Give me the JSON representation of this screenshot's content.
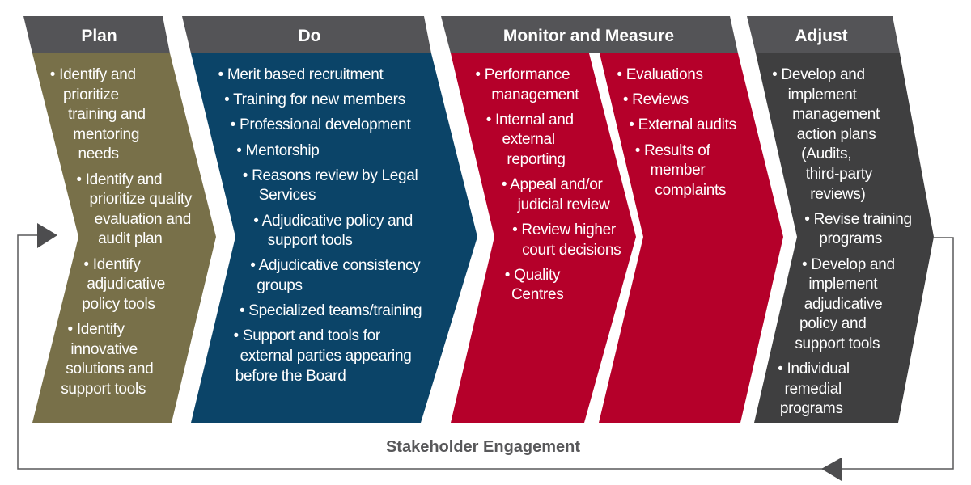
{
  "colors": {
    "header": "#545457",
    "plan": "#787049",
    "do": "#0b4468",
    "monitor": "#b5002a",
    "adjust": "#3f3f40",
    "loop": "#58585a"
  },
  "columns": [
    {
      "id": "plan",
      "title": "Plan",
      "items": [
        [
          "Identify and",
          "prioritize",
          "training and",
          "mentoring",
          "needs"
        ],
        [
          "Identify and",
          "prioritize quality",
          "evaluation and",
          "audit plan"
        ],
        [
          "Identify",
          "adjudicative",
          "policy tools"
        ],
        [
          "Identify",
          "innovative",
          "solutions and",
          "support tools"
        ]
      ]
    },
    {
      "id": "do",
      "title": "Do",
      "items": [
        [
          "Merit based recruitment"
        ],
        [
          "Training for new members"
        ],
        [
          "Professional development"
        ],
        [
          "Mentorship"
        ],
        [
          "Reasons review by Legal",
          "Services"
        ],
        [
          "Adjudicative policy and",
          "support tools"
        ],
        [
          "Adjudicative consistency",
          "groups"
        ],
        [
          "Specialized teams/training"
        ],
        [
          "Support and tools for",
          "external parties appearing",
          "before the Board"
        ]
      ]
    },
    {
      "id": "monitor",
      "title": "Monitor and Measure",
      "panels": [
        {
          "items": [
            [
              "Performance",
              "management"
            ],
            [
              "Internal and",
              "external",
              "reporting"
            ],
            [
              "Appeal and/or",
              "judicial review"
            ],
            [
              "Review higher",
              "court decisions"
            ],
            [
              "Quality",
              "Centres"
            ]
          ]
        },
        {
          "items": [
            [
              "Evaluations"
            ],
            [
              "Reviews"
            ],
            [
              "External audits"
            ],
            [
              "Results of",
              "member",
              "complaints"
            ]
          ]
        }
      ]
    },
    {
      "id": "adjust",
      "title": "Adjust",
      "items": [
        [
          "Develop and",
          "implement",
          "management",
          "action plans",
          "(Audits,",
          "third-party",
          "reviews)"
        ],
        [
          "Revise training",
          "programs"
        ],
        [
          "Develop and",
          "implement",
          "adjudicative",
          "policy and",
          "support tools"
        ],
        [
          "Individual",
          "remedial",
          "programs"
        ]
      ]
    }
  ],
  "footer": {
    "label": "Stakeholder Engagement"
  },
  "icons": {
    "loop_arrow_left": "triangle-right",
    "loop_arrow_right": "triangle-left"
  }
}
